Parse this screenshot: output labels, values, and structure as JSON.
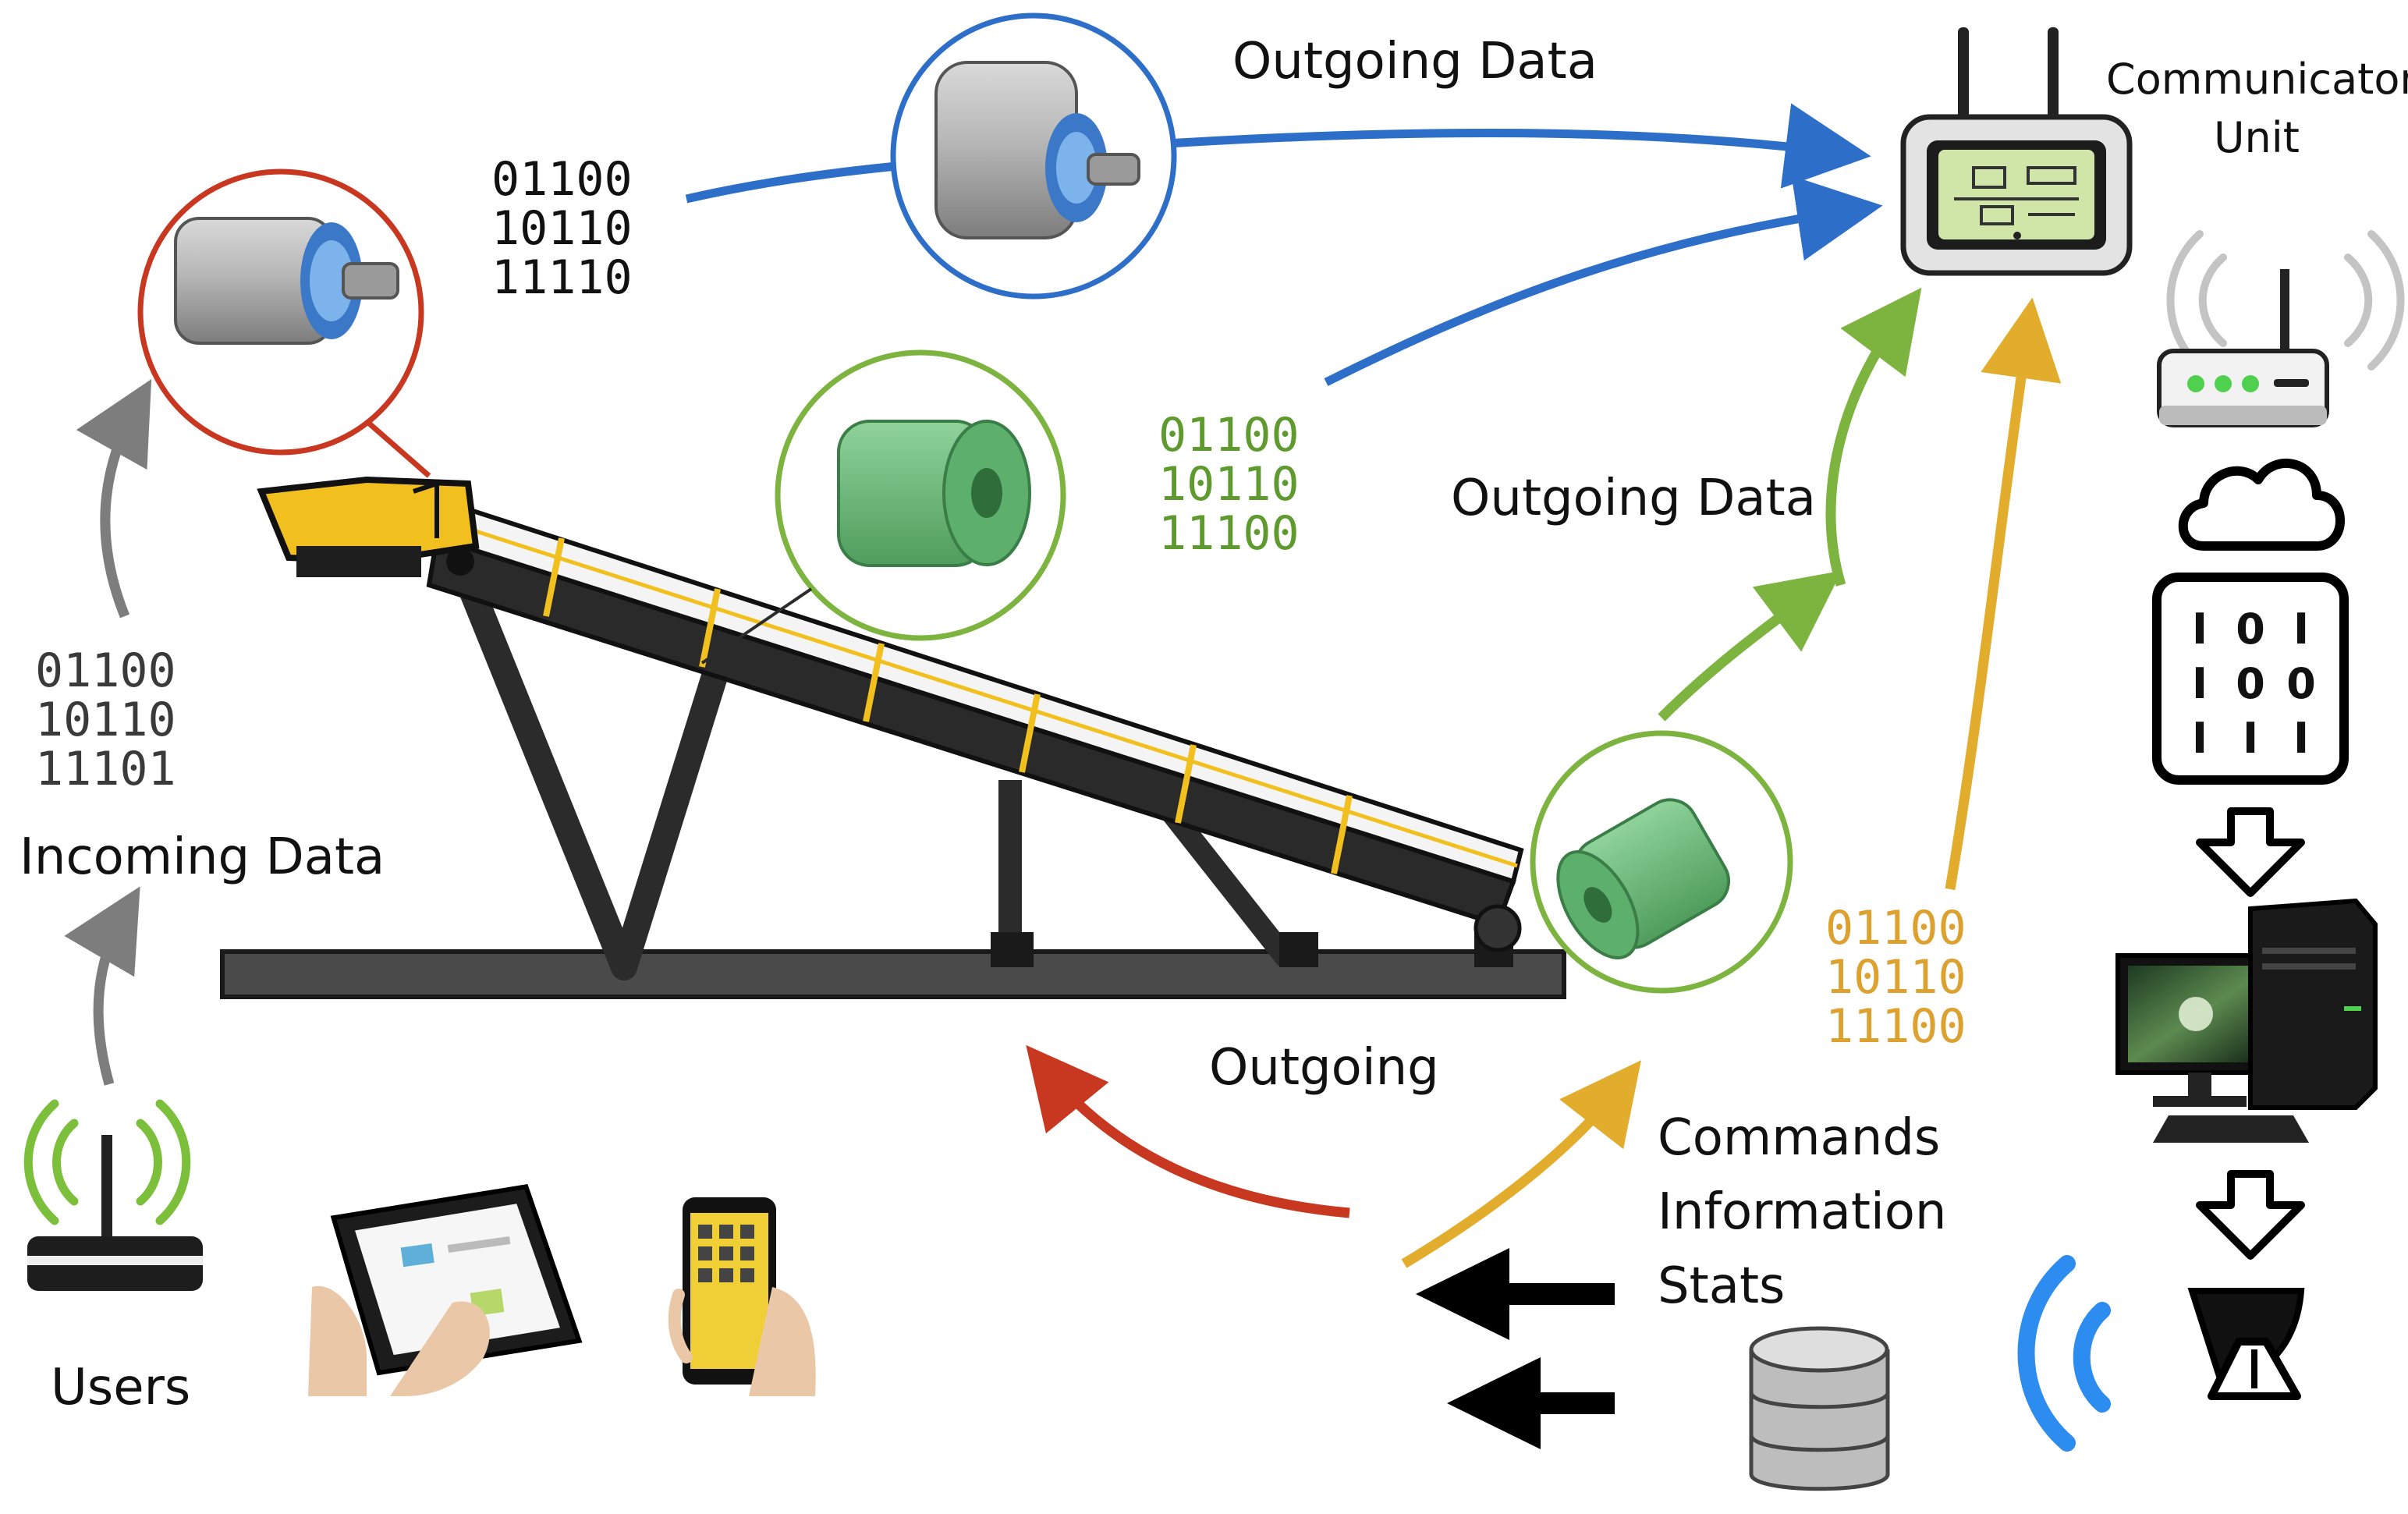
{
  "labels": {
    "outgoing_data_top": "Outgoing Data",
    "outgoing_data_mid": "Outgoing Data",
    "outgoing_bottom": "Outgoing",
    "incoming_data": "Incoming Data",
    "users": "Users",
    "communication_unit_line1": "Communicaton",
    "communication_unit_line2": "Unit",
    "commands": "Commands",
    "information": "Information",
    "stats": "Stats"
  },
  "binary_blocks": {
    "top_left": [
      "01100",
      "10110",
      "11110"
    ],
    "left": [
      "01100",
      "10110",
      "11101"
    ],
    "middle_green": [
      "01100",
      "10110",
      "11100"
    ],
    "right_yellow": [
      "01100",
      "10110",
      "11100"
    ]
  },
  "server_panel_digits": [
    [
      "I",
      "0",
      "I"
    ],
    [
      "I",
      "0",
      "0"
    ],
    [
      "I",
      "I",
      "I"
    ]
  ],
  "colors": {
    "blue": "#2d6fc8",
    "green": "#7db33f",
    "yellow": "#e2ac2c",
    "red": "#c8371f",
    "gray": "#7d7d7d",
    "binary_gray": "#3a3a3a",
    "binary_green": "#5e9a2e",
    "binary_yellow": "#dca12f",
    "roller_green": "#6cbd7a",
    "conveyor_yellow": "#f2c01e"
  },
  "icons": [
    "roller-icon",
    "router-icon",
    "wifi-icon",
    "cloud-icon",
    "server-icon",
    "computer-icon",
    "tablet-icon",
    "smartphone-icon",
    "database-icon",
    "satellite-dish-icon",
    "conveyor-icon"
  ]
}
